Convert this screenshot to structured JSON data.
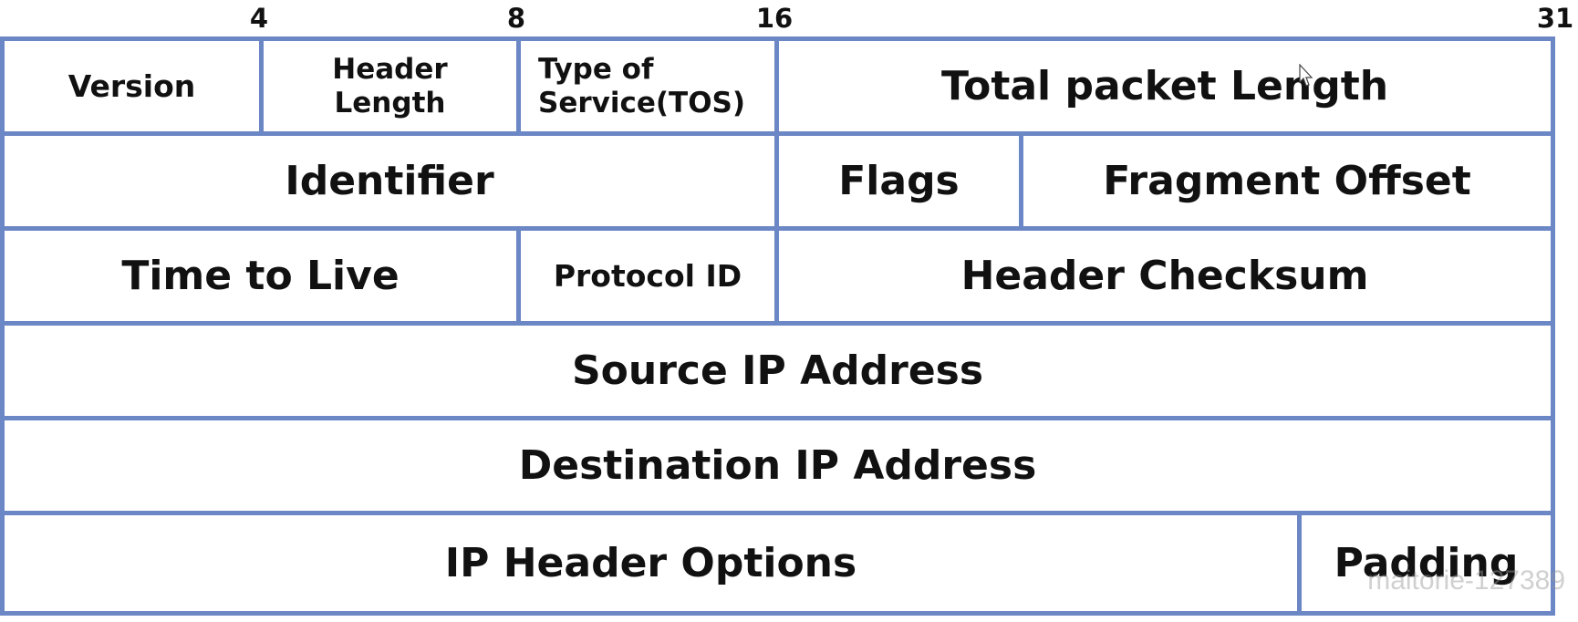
{
  "bit_markers": {
    "m4": "4",
    "m8": "8",
    "m16": "16",
    "m31": "31"
  },
  "rows": {
    "r1": {
      "version": "Version",
      "header_length": "Header Length",
      "tos": "Type of Service(TOS)",
      "total_length": "Total packet Length"
    },
    "r2": {
      "identifier": "Identifier",
      "flags": "Flags",
      "fragment_offset": "Fragment Offset"
    },
    "r3": {
      "ttl": "Time to Live",
      "protocol": "Protocol ID",
      "checksum": "Header Checksum"
    },
    "r4": {
      "source": "Source IP Address"
    },
    "r5": {
      "destination": "Destination IP Address"
    },
    "r6": {
      "options": "IP Header Options",
      "padding": "Padding"
    }
  },
  "watermark": "maitorie-127389",
  "colors": {
    "grid_line": "#6c87c5",
    "text": "#111111"
  }
}
